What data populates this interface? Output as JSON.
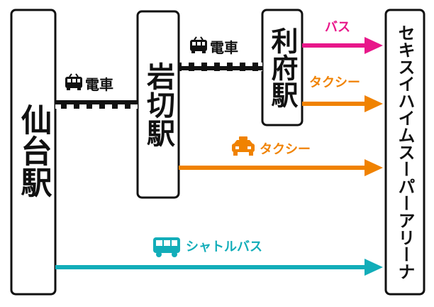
{
  "stations": {
    "sendai": "仙台駅",
    "iwakiri": "岩切駅",
    "rifu": "利府駅",
    "arena": "セキスイハイムスーパーアリーナ"
  },
  "routes": {
    "train_label": "電車",
    "bus_label": "バス",
    "taxi_label": "タクシー",
    "shuttle_label": "シャトルバス"
  },
  "colors": {
    "bus": "#e8178a",
    "taxi": "#f08200",
    "shuttle": "#12adb9",
    "track": "#111111"
  },
  "icons": {
    "train": "train-icon",
    "taxi": "taxi-icon",
    "bus": "bus-icon"
  }
}
